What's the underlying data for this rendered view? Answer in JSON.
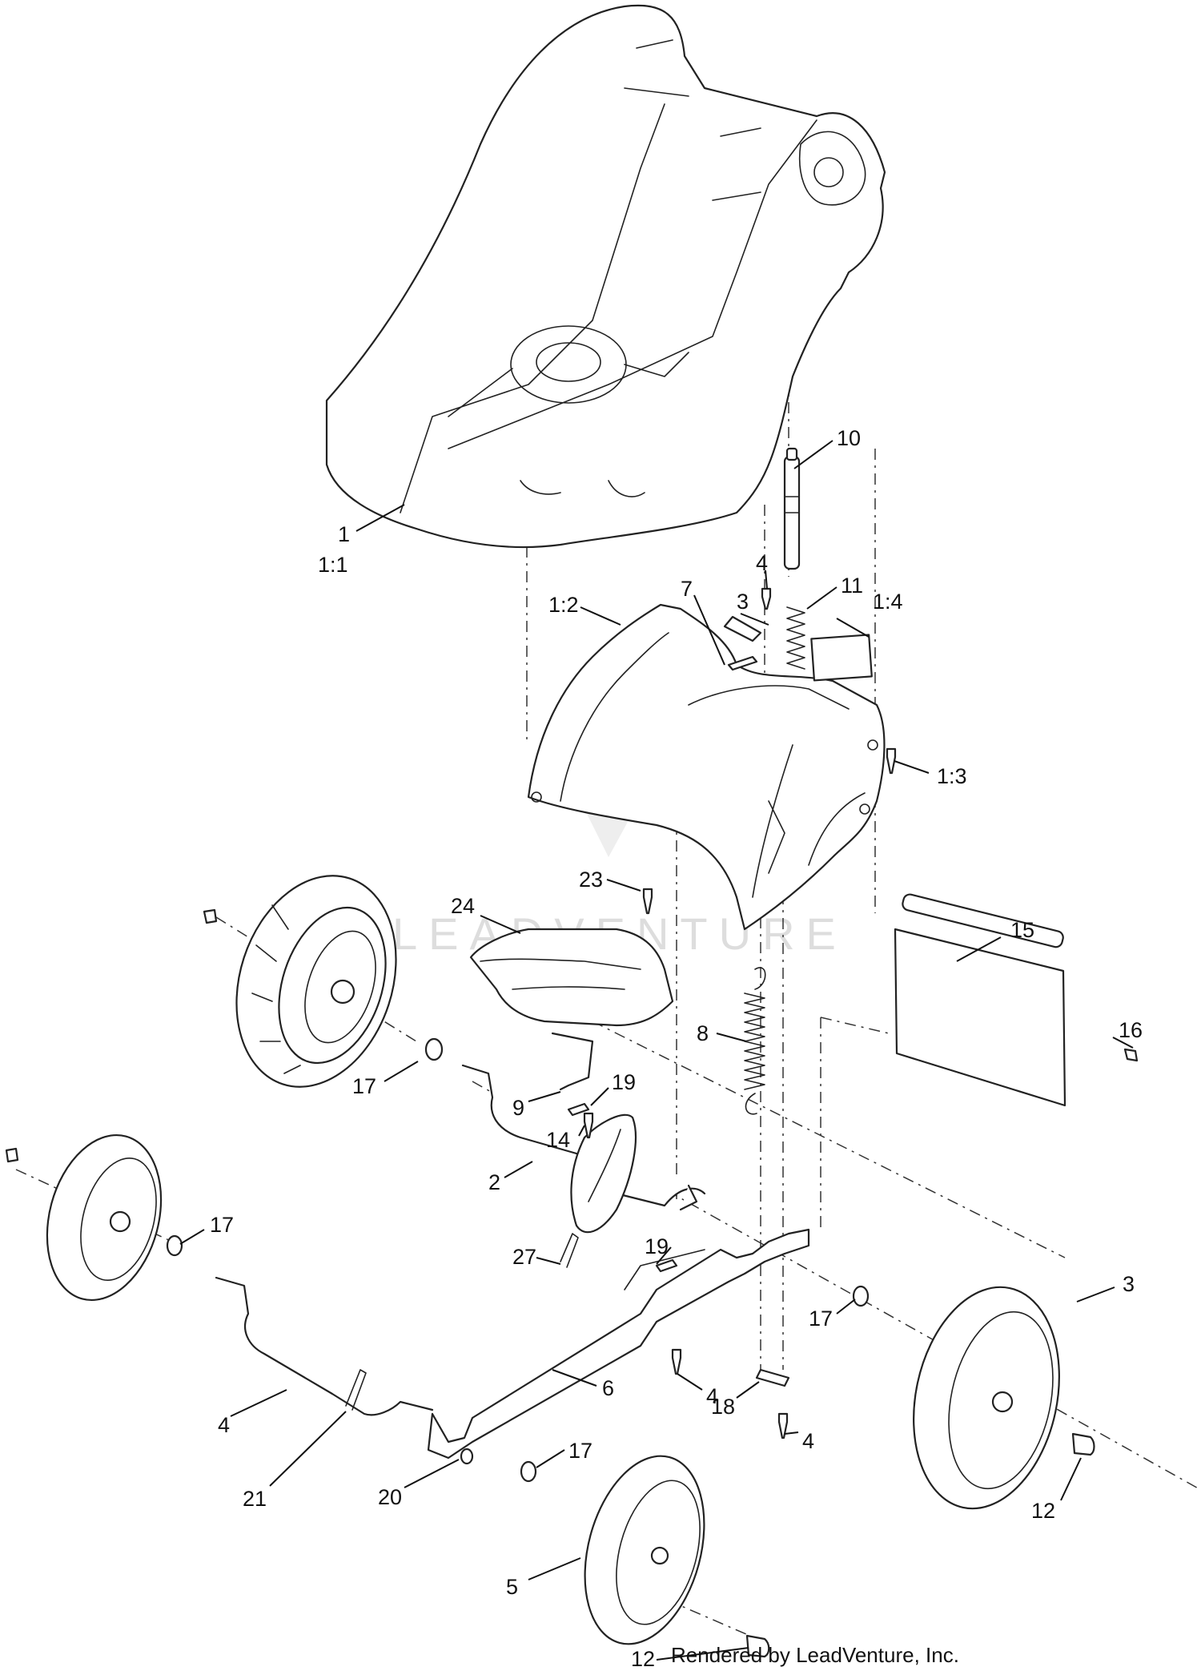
{
  "watermark": {
    "text": "LEADVENTURE"
  },
  "footer": {
    "credit": "Rendered by LeadVenture, Inc."
  },
  "callouts": {
    "deck": "1",
    "deck_ref": "1:1",
    "chute_housing": "1:2",
    "housing_screw": "1:3",
    "decal_plate": "1:4",
    "rear_axle": "2",
    "plate_screw_a": "3",
    "rear_wheel": "3",
    "screw_a": "4",
    "screw_b": "4",
    "screw_c": "4",
    "front_axle": "4",
    "front_wheel": "5",
    "height_link": "6",
    "pin": "7",
    "extension_spring": "8",
    "lever_pin": "9",
    "height_knob": "10",
    "compression_spring": "11",
    "hubcap_rear": "12",
    "hubcap_front": "12",
    "lever_screw": "14",
    "rear_flap": "15",
    "flap_screw": "16",
    "washer_a": "17",
    "washer_b": "17",
    "washer_c": "17",
    "washer_d": "17",
    "bracket": "18",
    "clip_a": "19",
    "clip_b": "19",
    "axle_washer": "20",
    "cotter_pin": "21",
    "baffle_screw": "23",
    "baffle": "24",
    "hairpin": "27"
  }
}
